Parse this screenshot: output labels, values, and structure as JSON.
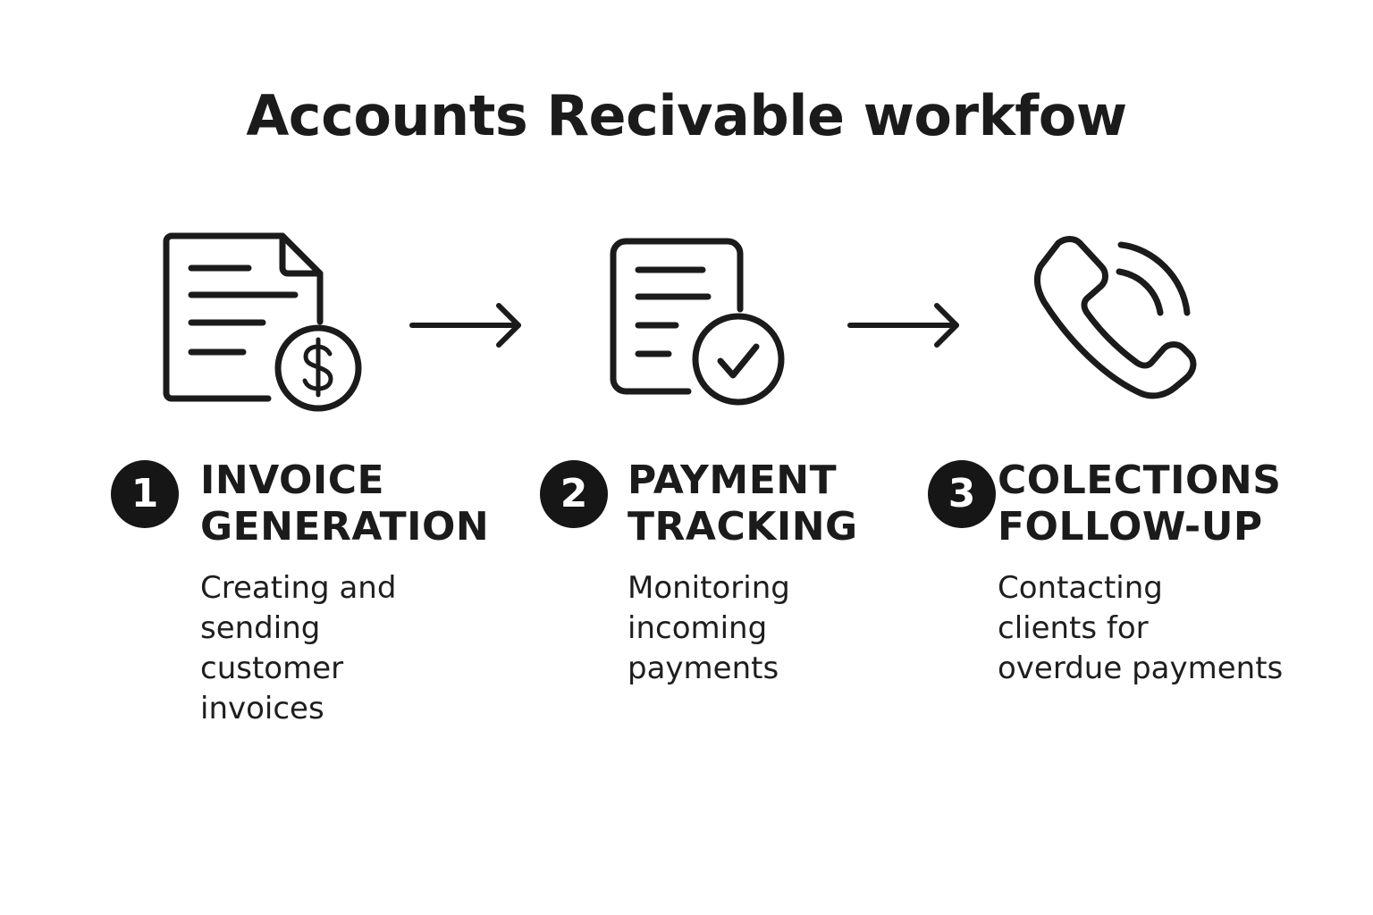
{
  "title": "Accounts Recivable workfow",
  "steps": [
    {
      "number": "1",
      "title_lines": [
        "INVOICE",
        "GENERATION"
      ],
      "desc_lines": [
        "Creating and",
        "sending",
        "customer",
        "invoices"
      ],
      "icon": "invoice-dollar-icon"
    },
    {
      "number": "2",
      "title_lines": [
        "PAYMENT",
        "TRACKING"
      ],
      "desc_lines": [
        "Monitoring",
        "incoming",
        "payments"
      ],
      "icon": "document-check-icon"
    },
    {
      "number": "3",
      "title_lines": [
        "COLECTIONS",
        "FOLLOW-UP"
      ],
      "desc_lines": [
        "Contacting",
        "clients for",
        "overdue payments"
      ],
      "icon": "phone-ringing-icon"
    }
  ],
  "colors": {
    "ink": "#1b1b1b",
    "badge_bg": "#161616",
    "background": "#ffffff"
  }
}
